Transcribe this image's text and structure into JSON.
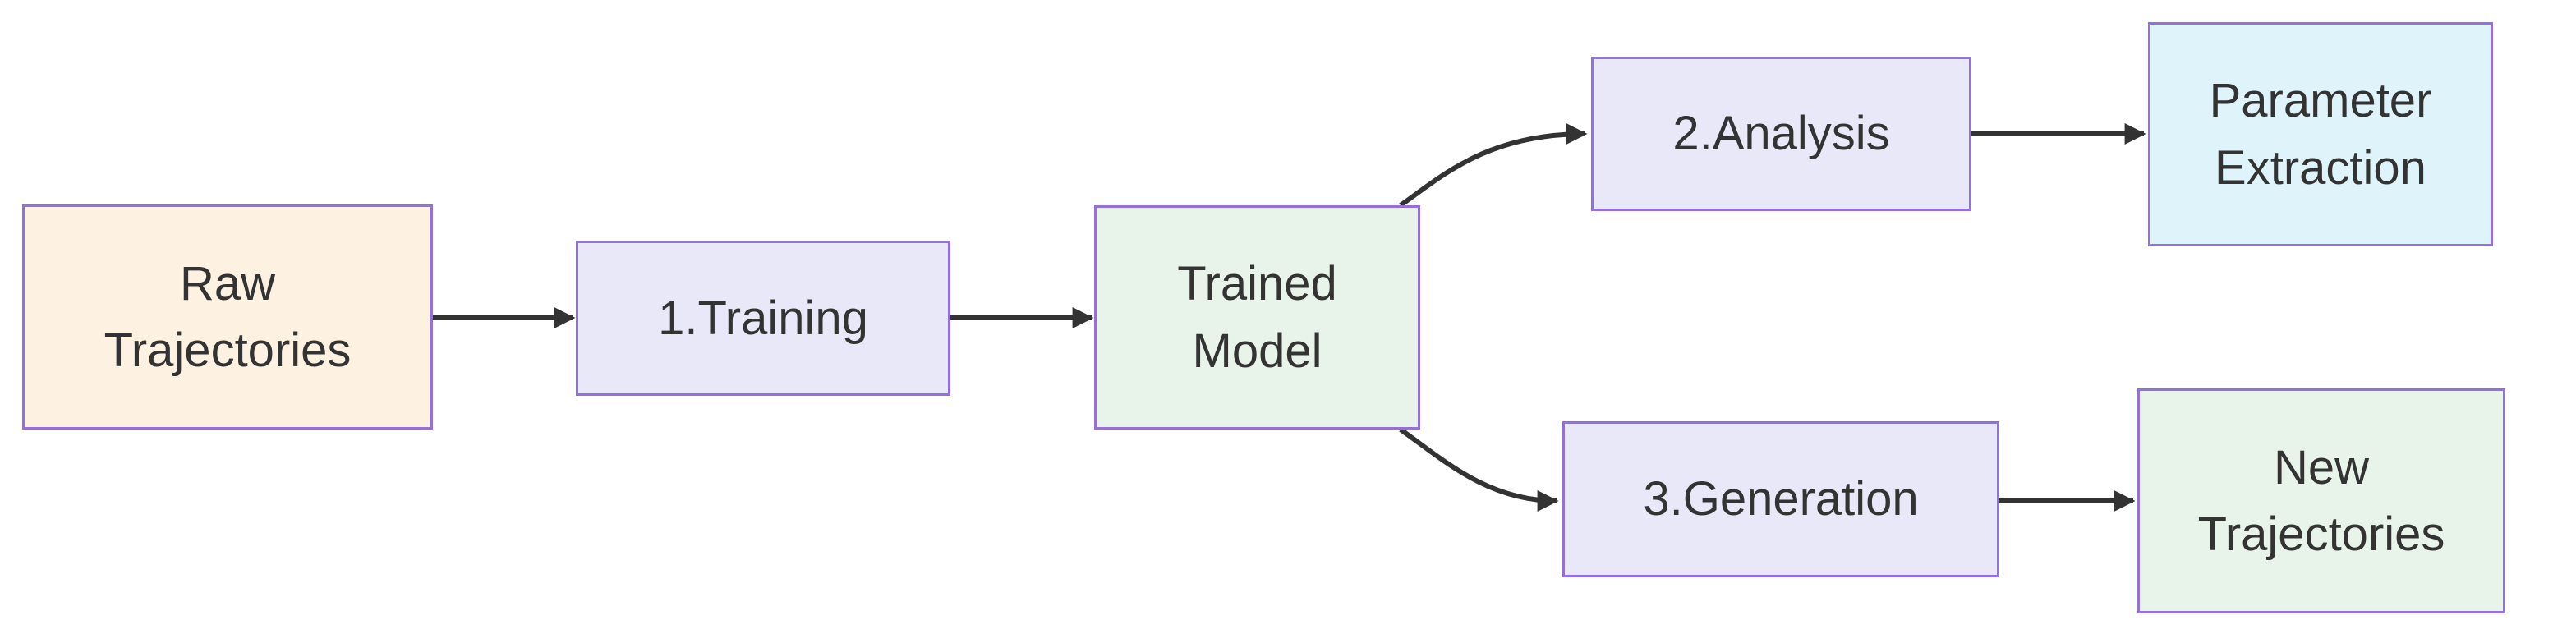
{
  "diagram": {
    "type": "flowchart",
    "direction": "left-to-right",
    "background_color": "#ffffff",
    "border_color": "#9370DB",
    "arrow_color": "#333333",
    "text_color": "#333333"
  },
  "nodes": [
    {
      "id": "raw-trajectories",
      "label": "Raw\nTrajectories",
      "fill": "#FDF2E2"
    },
    {
      "id": "training",
      "label": "1.Training",
      "fill": "#E8E8F9"
    },
    {
      "id": "trained-model",
      "label": "Trained\nModel",
      "fill": "#E8F4E9"
    },
    {
      "id": "analysis",
      "label": "2.Analysis",
      "fill": "#E8E8F9"
    },
    {
      "id": "parameter-extraction",
      "label": "Parameter\nExtraction",
      "fill": "#DFF3FA"
    },
    {
      "id": "generation",
      "label": "3.Generation",
      "fill": "#E8E8F9"
    },
    {
      "id": "new-trajectories",
      "label": "New\nTrajectories",
      "fill": "#E8F4E9"
    }
  ],
  "edges": [
    {
      "from": "raw-trajectories",
      "to": "training"
    },
    {
      "from": "training",
      "to": "trained-model"
    },
    {
      "from": "trained-model",
      "to": "analysis"
    },
    {
      "from": "trained-model",
      "to": "generation"
    },
    {
      "from": "analysis",
      "to": "parameter-extraction"
    },
    {
      "from": "generation",
      "to": "new-trajectories"
    }
  ]
}
